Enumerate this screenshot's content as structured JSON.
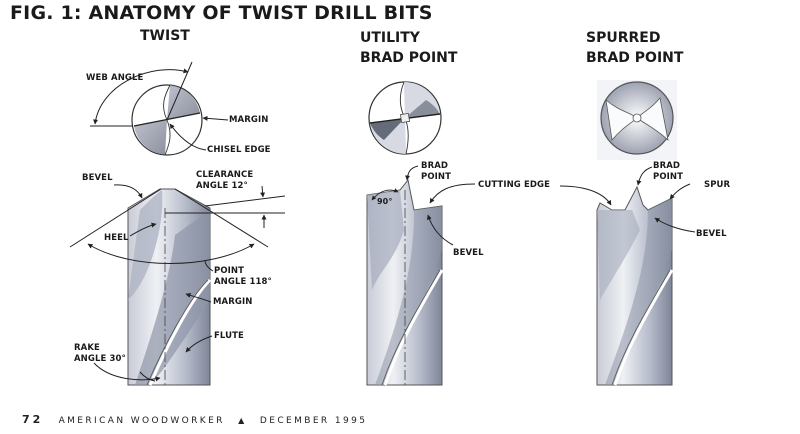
{
  "figure": {
    "title": "FIG. 1: ANATOMY OF TWIST DRILL BITS"
  },
  "columns": [
    {
      "title_lines": [
        "TWIST"
      ],
      "end_view_labels": {
        "web_angle": "WEB ANGLE",
        "margin": "MARGIN",
        "chisel_edge": "CHISEL EDGE"
      },
      "side_view_labels": {
        "bevel": "BEVEL",
        "clearance_angle_line1": "CLEARANCE",
        "clearance_angle_line2": "ANGLE 12°",
        "heel": "HEEL",
        "point_angle_line1": "POINT",
        "point_angle_line2": "ANGLE 118°",
        "margin": "MARGIN",
        "flute": "FLUTE",
        "rake_angle_line1": "RAKE",
        "rake_angle_line2": "ANGLE 30°"
      }
    },
    {
      "title_lines": [
        "UTILITY",
        "BRAD POINT"
      ],
      "side_view_labels": {
        "brad_point_line1": "BRAD",
        "brad_point_line2": "POINT",
        "angle_90": "90°",
        "bevel": "BEVEL"
      }
    },
    {
      "title_lines": [
        "SPURRED",
        "BRAD POINT"
      ],
      "side_view_labels": {
        "brad_point_line1": "BRAD",
        "brad_point_line2": "POINT",
        "spur": "SPUR",
        "bevel": "BEVEL"
      }
    }
  ],
  "shared_labels": {
    "cutting_edge": "CUTTING EDGE"
  },
  "footer": {
    "page_number": "72",
    "publication": "AMERICAN WOODWORKER",
    "separator_icon": "triangle-icon",
    "issue_date": "DECEMBER 1995"
  }
}
